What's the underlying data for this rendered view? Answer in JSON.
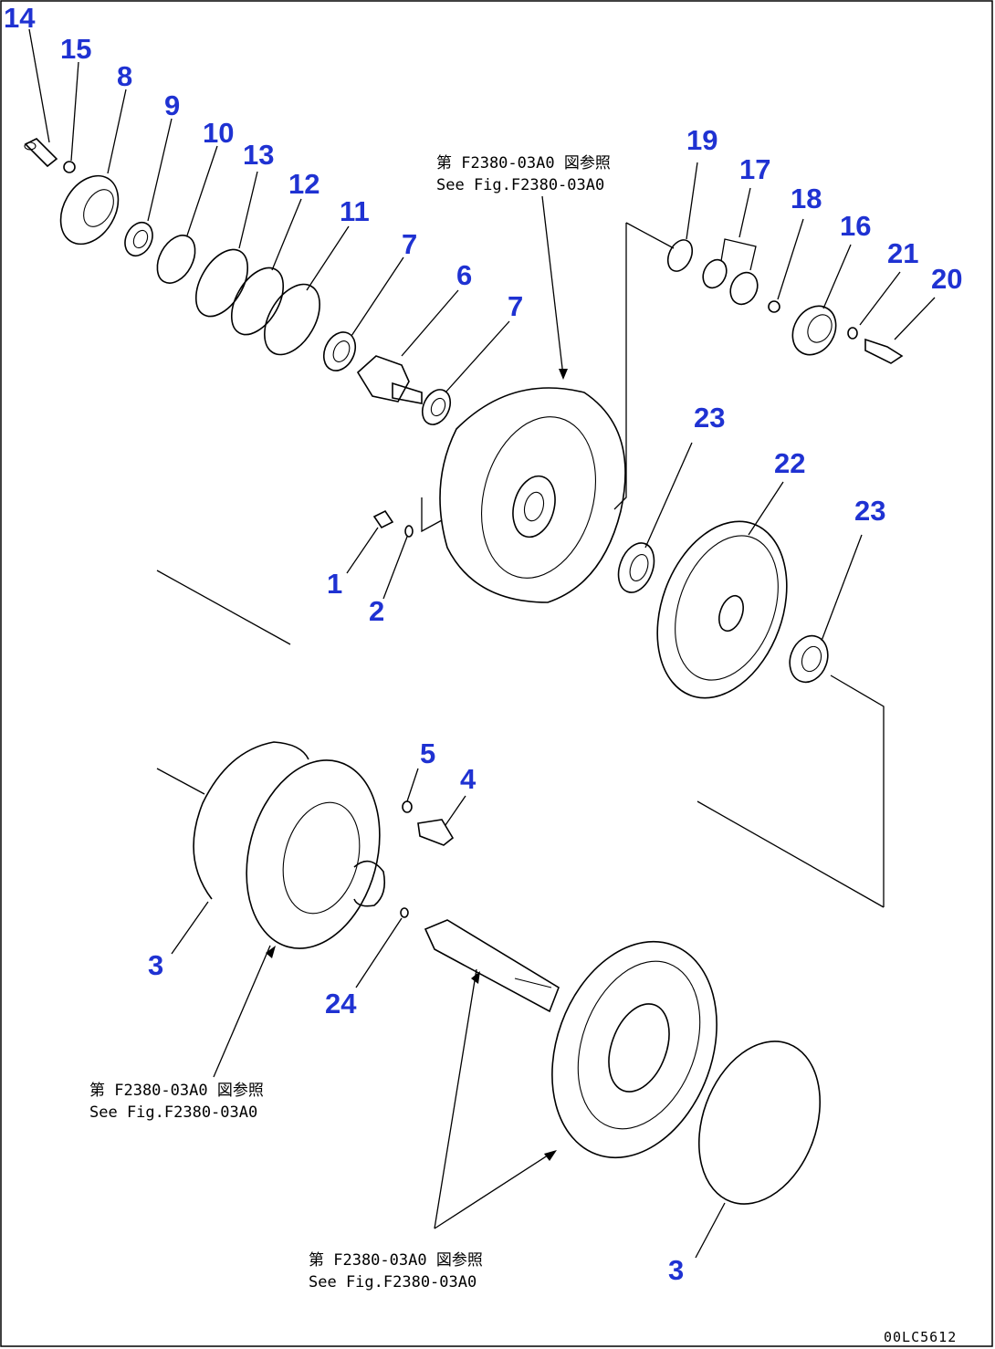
{
  "colors": {
    "label": "#1f32d2",
    "line": "#000000",
    "background": "#ffffff"
  },
  "labels": {
    "p1": "1",
    "p2": "2",
    "p3a": "3",
    "p3b": "3",
    "p4": "4",
    "p5": "5",
    "p6": "6",
    "p7a": "7",
    "p7b": "7",
    "p8": "8",
    "p9": "9",
    "p10": "10",
    "p11": "11",
    "p12": "12",
    "p13": "13",
    "p14": "14",
    "p15": "15",
    "p16": "16",
    "p17": "17",
    "p18": "18",
    "p19": "19",
    "p20": "20",
    "p21": "21",
    "p22": "22",
    "p23a": "23",
    "p23b": "23",
    "p24": "24"
  },
  "notes": {
    "top": {
      "jp": "第 F2380-03A0 図参照",
      "en": "See Fig.F2380-03A0"
    },
    "middle": {
      "jp": "第 F2380-03A0 図参照",
      "en": "See Fig.F2380-03A0"
    },
    "bottom": {
      "jp": "第 F2380-03A0 図参照",
      "en": "See Fig.F2380-03A0"
    }
  },
  "drawing_code": "00LC5612"
}
